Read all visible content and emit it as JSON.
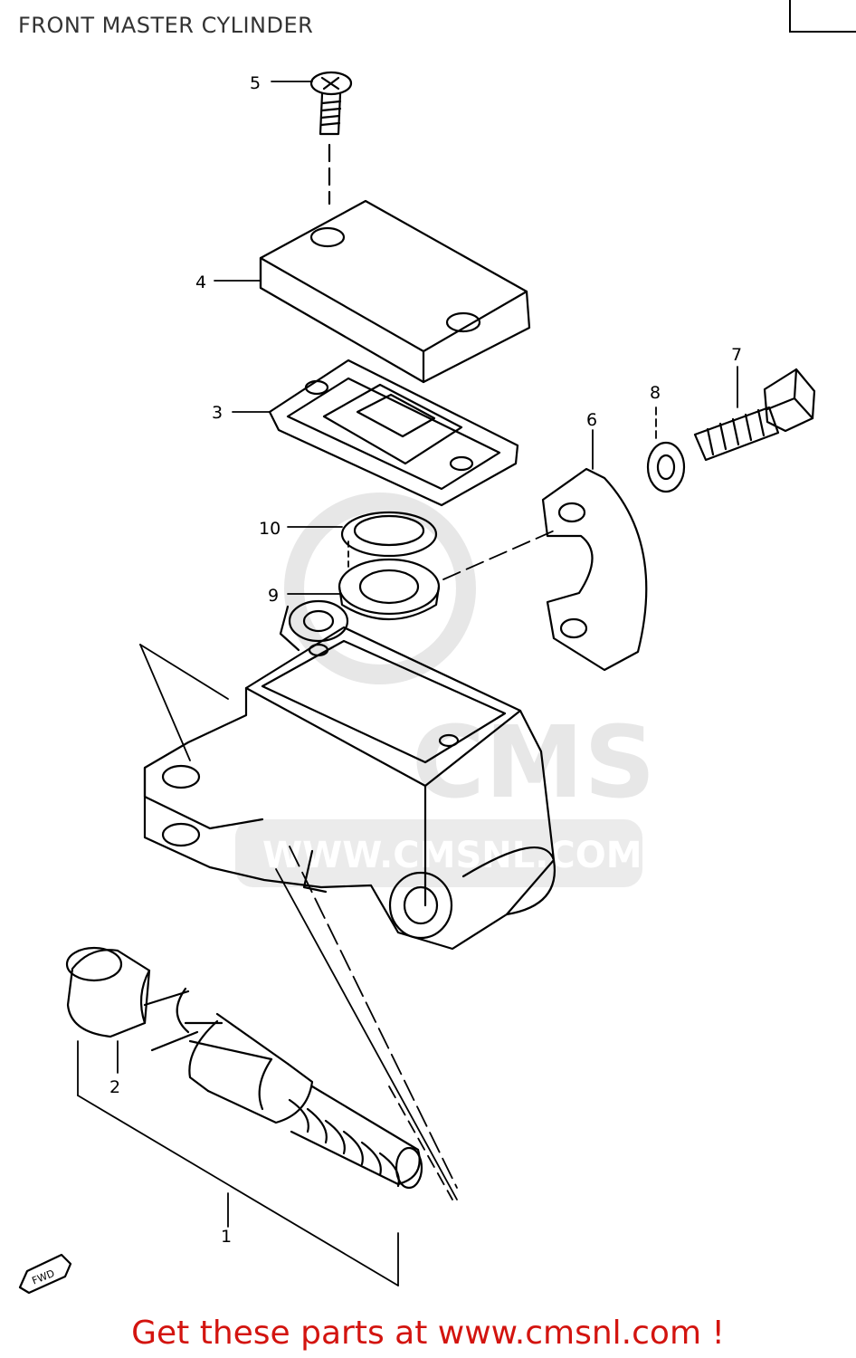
{
  "diagram": {
    "title": "FRONT MASTER CYLINDER",
    "callouts": [
      "1",
      "2",
      "3",
      "4",
      "5",
      "6",
      "7",
      "8",
      "9",
      "10"
    ],
    "fwd_badge": "FWD",
    "watermark": "WWW.CMSNL.COM",
    "watermark_logo": "CMS"
  },
  "footer": {
    "cta": "Get these parts at www.cmsnl.com !",
    "color": "#d3140f"
  },
  "colors": {
    "line": "#000000",
    "watermark": "#c8c8c8"
  }
}
